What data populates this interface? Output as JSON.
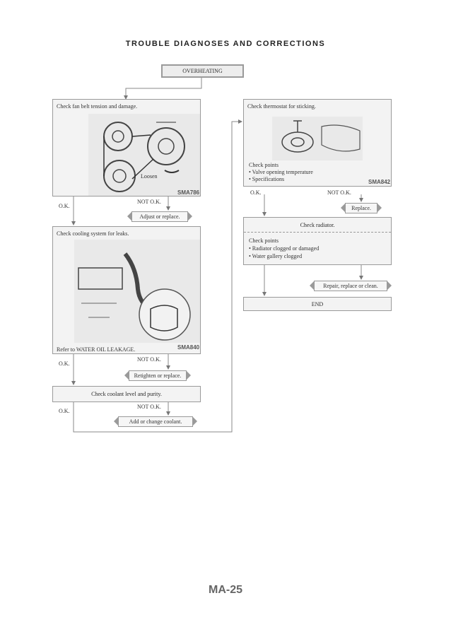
{
  "title": "TROUBLE DIAGNOSES AND CORRECTIONS",
  "start": "OVERHEATING",
  "left": {
    "fan_belt": {
      "label": "Check fan belt tension and damage.",
      "illus_note": "Loosen",
      "code": "SMA786"
    },
    "ok_1": "O.K.",
    "not_ok_1": "NOT O.K.",
    "adjust": "Adjust or replace.",
    "cooling": {
      "label": "Check cooling system for leaks.",
      "ref": "Refer to WATER OIL LEAKAGE.",
      "code": "SMA840"
    },
    "ok_2": "O.K.",
    "not_ok_2": "NOT O.K.",
    "retighten": "Retighten or replace.",
    "coolant": "Check coolant level and purity.",
    "ok_3": "O.K.",
    "not_ok_3": "NOT O.K.",
    "add_coolant": "Add or change coolant."
  },
  "right": {
    "thermostat": {
      "label": "Check thermostat for sticking.",
      "points_title": "Check points",
      "points": [
        "• Valve opening temperature",
        "• Specifications"
      ],
      "code": "SMA842"
    },
    "ok_1": "O.K.",
    "not_ok_1": "NOT O.K.",
    "replace": "Replace.",
    "radiator": {
      "label": "Check radiator.",
      "points_title": "Check points",
      "points": [
        "• Radiator clogged or damaged",
        "• Water gallery clogged"
      ]
    },
    "repair": "Repair, replace or clean.",
    "end": "END"
  },
  "page_number": "MA-25"
}
